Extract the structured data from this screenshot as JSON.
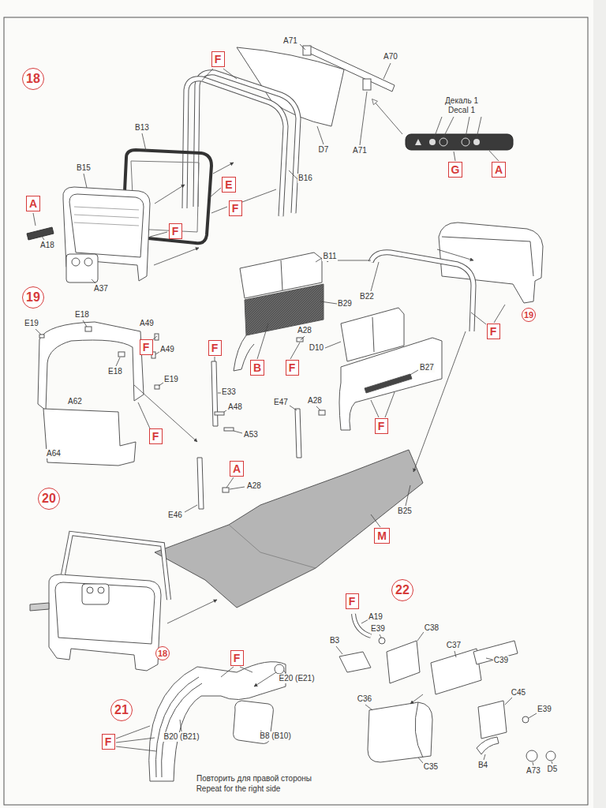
{
  "diagram": {
    "nodes": [
      {
        "text": [
          "18"
        ]
      },
      {
        "text": [
          "F"
        ]
      },
      {
        "text": [
          "A"
        ]
      },
      {
        "text": [
          "E"
        ]
      },
      {
        "text": [
          "F"
        ]
      },
      {
        "text": [
          "F"
        ]
      },
      {
        "text": [
          "G"
        ]
      },
      {
        "text": [
          "A"
        ]
      },
      {
        "text": [
          "19"
        ]
      },
      {
        "text": [
          "F"
        ]
      },
      {
        "text": [
          "F"
        ]
      },
      {
        "text": [
          "19"
        ]
      },
      {
        "text": [
          "F"
        ]
      },
      {
        "text": [
          "B"
        ]
      },
      {
        "text": [
          "F"
        ]
      },
      {
        "text": [
          "F"
        ]
      },
      {
        "text": [
          "F"
        ]
      },
      {
        "text": [
          "A"
        ]
      },
      {
        "text": [
          "20"
        ]
      },
      {
        "text": [
          "M"
        ]
      },
      {
        "text": [
          "18"
        ]
      },
      {
        "text": [
          "22"
        ]
      },
      {
        "text": [
          "F"
        ]
      },
      {
        "text": [
          "21"
        ]
      },
      {
        "text": [
          "F"
        ]
      },
      {
        "text": [
          "F"
        ]
      }
    ],
    "labels": [
      "A71",
      "A70",
      "Декаль 1",
      "Decal 1",
      "B13",
      "A71",
      "D7",
      "B15",
      "B16",
      "A18",
      "A37",
      "B11",
      "B22",
      "B29",
      "E19",
      "E18",
      "A49",
      "A28",
      "D10",
      "A49",
      "E18",
      "B27",
      "E19",
      "E33",
      "A62",
      "E47",
      "A28",
      "A48",
      "A53",
      "A64",
      "A28",
      "B25",
      "E46",
      "A19",
      "E39",
      "C38",
      "B3",
      "C37",
      "C39",
      "E20 (E21)",
      "C45",
      "C36",
      "E39",
      "B20 (B21)",
      "B8 (B10)",
      "C35",
      "B4",
      "A73",
      "D5",
      "Повторить для правой стороны",
      "Repeat for the right side"
    ]
  }
}
